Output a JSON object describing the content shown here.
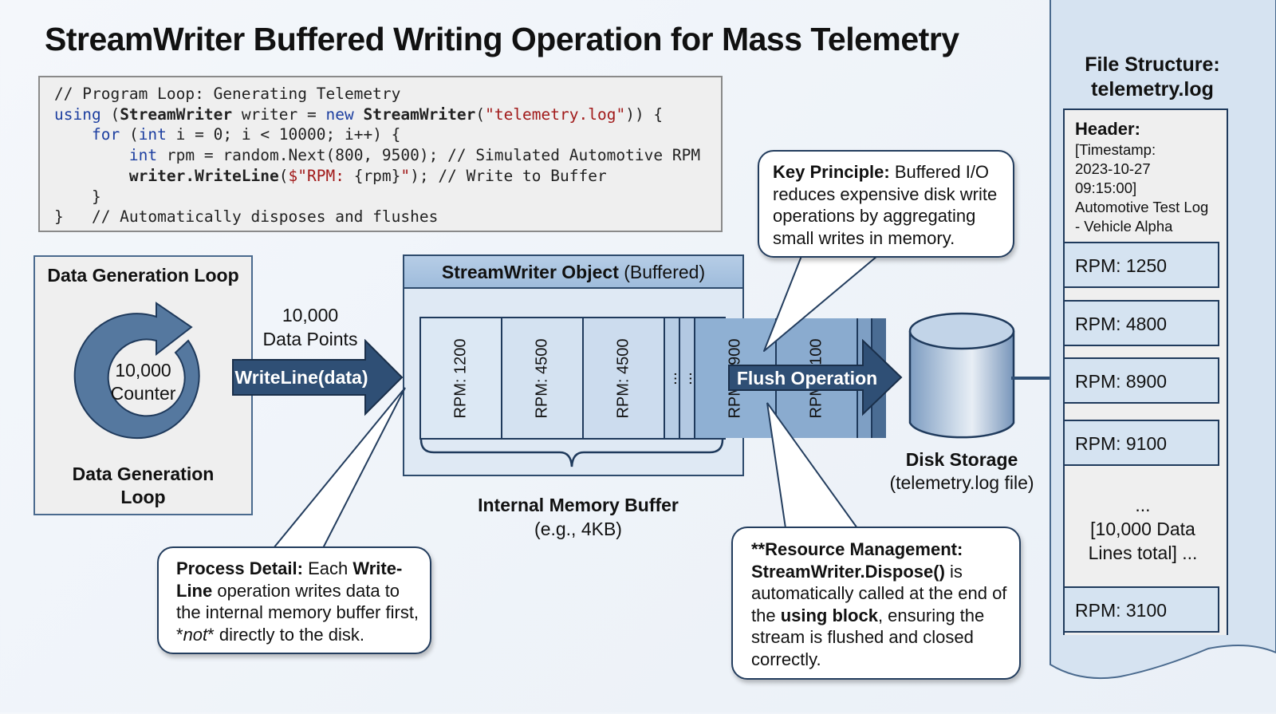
{
  "title": "StreamWriter Buffered Writing Operation for Mass Telemetry",
  "code": {
    "comment_line": "// Program Loop: Generating Telemetry",
    "using_kw": "using",
    "using_open": " (",
    "type1": "StreamWriter",
    "var_decl": " writer = ",
    "new_kw": "new",
    "type2": " StreamWriter",
    "paren_open": "(",
    "filename": "\"telemetry.log\"",
    "using_close": ")) {",
    "for_indent": "    ",
    "for_kw": "for",
    "for_open": " (",
    "int_kw1": "int",
    "for_rest": " i = 0; i < 10000; i++) {",
    "rpm_indent": "        ",
    "int_kw2": "int",
    "rpm_rest": " rpm = random.Next(800, 9500); // Simulated Automotive RPM",
    "write_indent": "        ",
    "write_call": "writer.WriteLine",
    "write_paren": "(",
    "write_str": "$\"RPM: ",
    "write_interp": "{rpm}",
    "write_str_end": "\"",
    "write_rest": "); // Write to Buffer",
    "close_inner": "    }",
    "close_outer": "}   // Automatically disposes and flushes"
  },
  "loop_box": {
    "title": "Data Generation Loop",
    "counter_value": "10,000",
    "counter_label": "Counter",
    "footer_line1": "Data Generation",
    "footer_line2": "Loop"
  },
  "data_points": {
    "count": "10,000",
    "label": "Data Points"
  },
  "writeline_arrow_label": "WriteLine(data)",
  "streamwriter": {
    "title_bold": "StreamWriter Object",
    "title_suffix": " (Buffered)",
    "cells": [
      {
        "label": "RPM: 1200",
        "color": "#dce8f4"
      },
      {
        "label": "RPM: 4500",
        "color": "#d4e2f1"
      },
      {
        "label": "RPM: 4500",
        "color": "#ccdcee"
      },
      {
        "label": "...",
        "color": "#b7cde5"
      },
      {
        "label": "...",
        "color": "#b3c9e2"
      },
      {
        "label": "RPM: 8900",
        "color": "#8fb0d3"
      },
      {
        "label": "RPM: 9100",
        "color": "#8aabcf"
      },
      {
        "label": "...",
        "color": "#7e9fc4"
      },
      {
        "label": "...",
        "color": "#4a6c93"
      }
    ]
  },
  "memory_buffer": {
    "title": "Internal Memory Buffer",
    "size": "(e.g., 4KB)"
  },
  "flush_arrow_label": "Flush Operation",
  "disk": {
    "title": "Disk Storage",
    "subtitle": "(telemetry.log file)"
  },
  "file_structure": {
    "title_line1": "File Structure:",
    "title_line2": "telemetry.log",
    "header_label": "Header:",
    "header_lines": [
      "[Timestamp:",
      "2023-10-27",
      "09:15:00]",
      "Automotive Test Log",
      "- Vehicle Alpha"
    ],
    "rows": [
      "RPM: 1250",
      "RPM: 4800",
      "RPM: 8900",
      "RPM: 9100"
    ],
    "ellipsis": "...",
    "more_line1": "[10,000 Data",
    "more_line2": "Lines total] ...",
    "last_row": "RPM: 3100"
  },
  "bubbles": {
    "key_principle": {
      "bold": "Key Principle:",
      "text": " Buffered I/O reduces expensive disk write operations by aggregating small writes in memory."
    },
    "process_detail": {
      "bold1": "Process Detail:",
      "text1": " Each ",
      "bold2": "Write-Line",
      "text2": " operation writes data to the internal memory buffer first, *",
      "italic": "not",
      "text3": "* directly to the disk."
    },
    "resource_management": {
      "bold1": "**Resource Management: StreamWriter.Dispose()",
      "text1": " is automatically called at the end of the ",
      "bold2": "using block",
      "text2": ", ensuring the stream is flushed and closed correctly."
    }
  },
  "colors": {
    "arrow_fill": "#2f4f75",
    "arrow_stroke": "#1a2f4a",
    "loop_arrow": "#55789f",
    "background": "#eef3f9"
  }
}
